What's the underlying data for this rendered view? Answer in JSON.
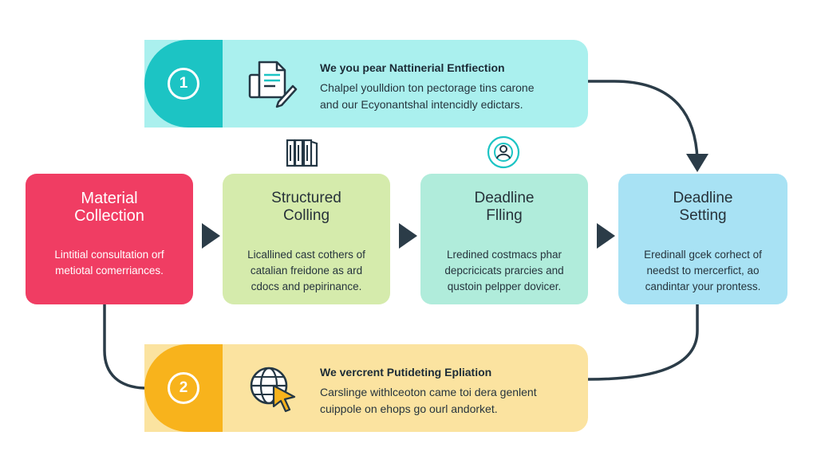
{
  "colors": {
    "teal": "#1cc4c4",
    "mint_banner": "#aaf0ee",
    "amber": "#f8b31c",
    "cream_banner": "#fbe3a0",
    "red": "#f03d63",
    "lime": "#d5ebac",
    "aqua": "#b0ecdb",
    "sky": "#a8e2f4",
    "connector": "#2b3c48"
  },
  "banners": [
    {
      "number": "1",
      "icon": "document-pen-icon",
      "title": "We you pear Nattinerial Entfiection",
      "lines": [
        "Chalpel youlldion ton pectorage tins carone",
        "and our Ecyonantshal intencidly edictars."
      ]
    },
    {
      "number": "2",
      "icon": "globe-cursor-icon",
      "title": "We vercrent Putideting Epliation",
      "lines": [
        "Carslinge withlceoton came toi dera genlent",
        "cuippole on ehops go ourl andorket."
      ]
    }
  ],
  "cards": [
    {
      "title_lines": [
        "Material",
        "Collection"
      ],
      "desc_lines": [
        "Lintitial consultation orf",
        "metiotal comerriances."
      ]
    },
    {
      "title_lines": [
        "Structured",
        "Colling"
      ],
      "desc_lines": [
        "Licallined cast cothers of",
        "catalian freidone as ard",
        "cdocs and pepirinance."
      ]
    },
    {
      "title_lines": [
        "Deadline",
        "Flling"
      ],
      "desc_lines": [
        "Lredined costmacs phar",
        "depcricicats prarcies and",
        "qustoin pelpper dovicer."
      ]
    },
    {
      "title_lines": [
        "Deadline",
        "Setting"
      ],
      "desc_lines": [
        "Eredinall gcek corhect of",
        "needst to mercerfict, ao",
        "candintar your prontess."
      ]
    }
  ],
  "mid_icons": [
    "books-icon",
    "user-shield-icon"
  ]
}
